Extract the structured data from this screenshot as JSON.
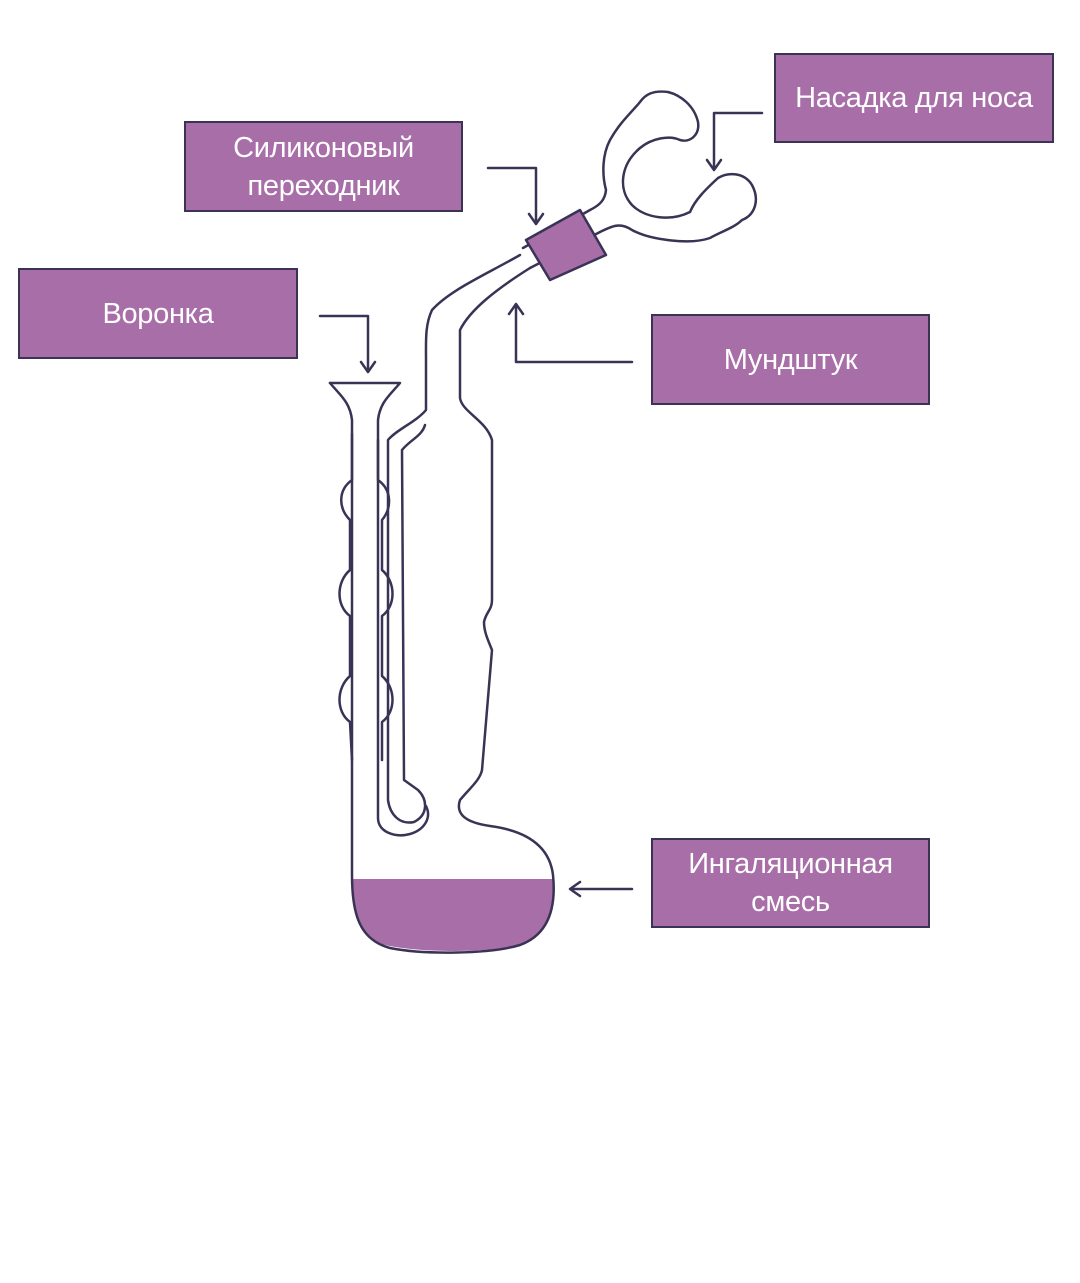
{
  "labels": {
    "nasadka": "Насадка для носа",
    "silikon_line1": "Силиконовый",
    "silikon_line2": "переходник",
    "voronka": "Воронка",
    "mundshtuk": "Мундштук",
    "smes_line1": "Ингаляционная",
    "smes_line2": "смесь"
  },
  "colors": {
    "label_fill": "#a86ea8",
    "outline": "#3a3355",
    "liquid": "#a86ea8",
    "adapter": "#a86ea8"
  }
}
